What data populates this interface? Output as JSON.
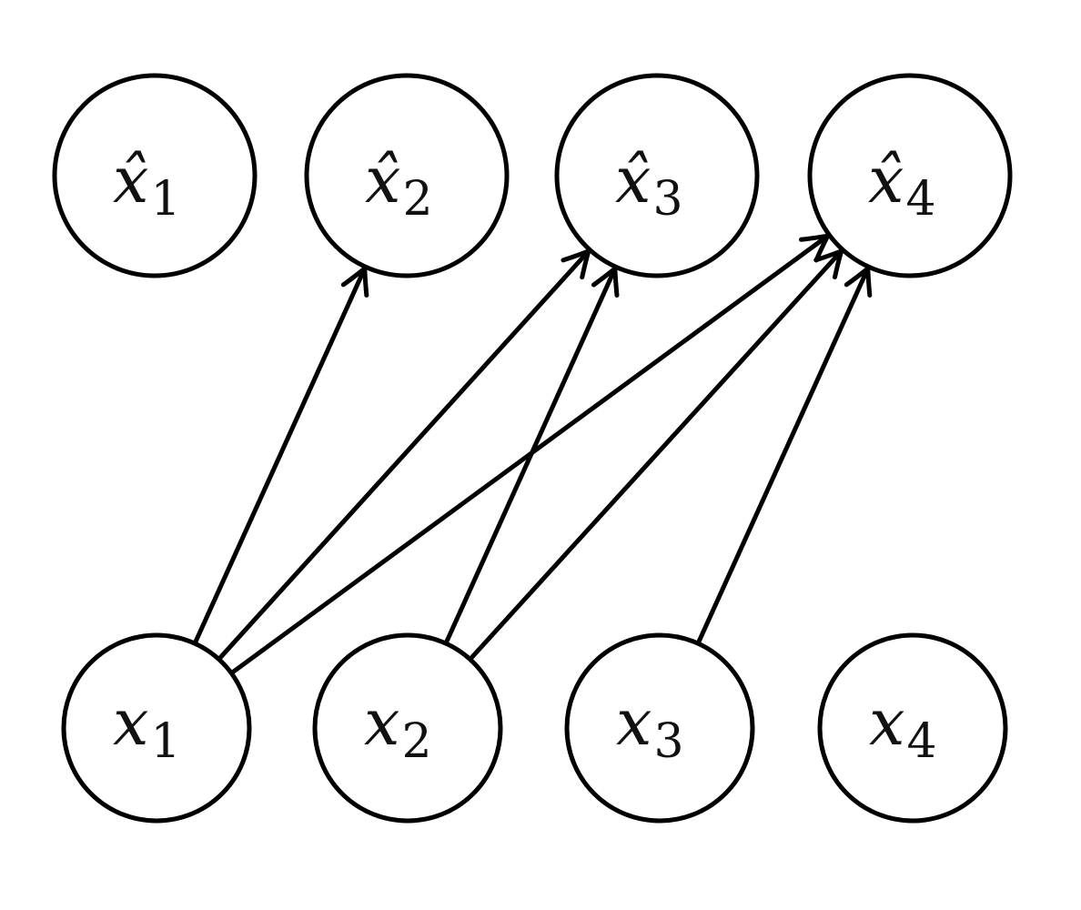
{
  "diagram": {
    "output_nodes": [
      {
        "id": "xhat1",
        "var": "x̂",
        "sub": "1"
      },
      {
        "id": "xhat2",
        "var": "x̂",
        "sub": "2"
      },
      {
        "id": "xhat3",
        "var": "x̂",
        "sub": "3"
      },
      {
        "id": "xhat4",
        "var": "x̂",
        "sub": "4"
      }
    ],
    "input_nodes": [
      {
        "id": "x1",
        "var": "x",
        "sub": "1"
      },
      {
        "id": "x2",
        "var": "x",
        "sub": "2"
      },
      {
        "id": "x3",
        "var": "x",
        "sub": "3"
      },
      {
        "id": "x4",
        "var": "x",
        "sub": "4"
      }
    ],
    "edges": [
      {
        "from": "x1",
        "to": "xhat2"
      },
      {
        "from": "x1",
        "to": "xhat3"
      },
      {
        "from": "x1",
        "to": "xhat4"
      },
      {
        "from": "x2",
        "to": "xhat3"
      },
      {
        "from": "x2",
        "to": "xhat4"
      },
      {
        "from": "x3",
        "to": "xhat4"
      }
    ],
    "colors": {
      "stroke": "#000000",
      "fill": "#ffffff"
    }
  }
}
